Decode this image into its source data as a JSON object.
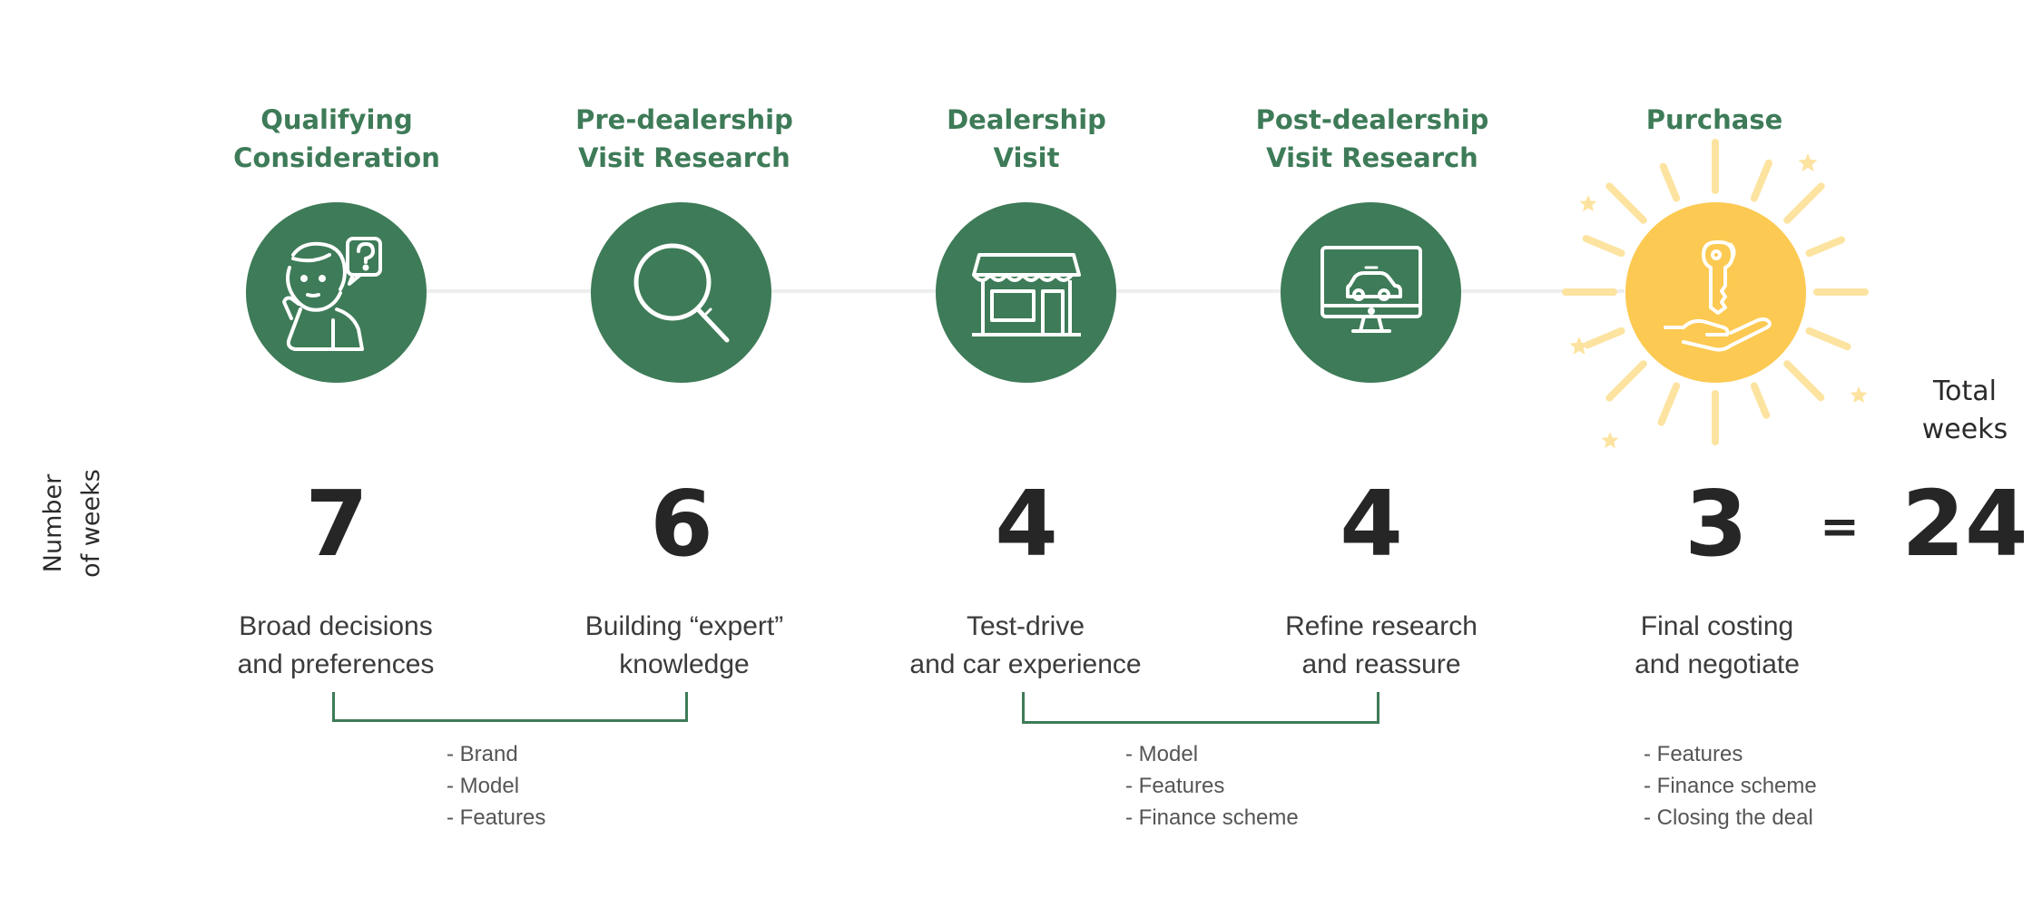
{
  "colors": {
    "green": "#3e7b58",
    "gold": "#fcc952",
    "text": "#2b2b2b"
  },
  "side_label": {
    "line1": "Number",
    "line2": "of weeks"
  },
  "total": {
    "label_line1": "Total",
    "label_line2": "weeks",
    "equals": "=",
    "value": "24"
  },
  "stages": [
    {
      "title_line1": "Qualifying",
      "title_line2": "Consideration",
      "icon": "thinking-person-icon",
      "weeks": "7",
      "desc_line1": "Broad decisions",
      "desc_line2": "and preferences"
    },
    {
      "title_line1": "Pre-dealership",
      "title_line2": "Visit Research",
      "icon": "magnifying-glass-icon",
      "weeks": "6",
      "desc_line1": "Building “expert”",
      "desc_line2": "knowledge"
    },
    {
      "title_line1": "Dealership",
      "title_line2": "Visit",
      "icon": "storefront-icon",
      "weeks": "4",
      "desc_line1": "Test-drive",
      "desc_line2": "and car experience"
    },
    {
      "title_line1": "Post-dealership",
      "title_line2": "Visit Research",
      "icon": "monitor-car-icon",
      "weeks": "4",
      "desc_line1": "Refine research",
      "desc_line2": "and reassure"
    },
    {
      "title_line1": "Purchase",
      "title_line2": "",
      "icon": "key-in-hand-icon",
      "weeks": "3",
      "desc_line1": "Final costing",
      "desc_line2": "and negotiate"
    }
  ],
  "groups": [
    {
      "items": [
        "- Brand",
        "- Model",
        "- Features"
      ]
    },
    {
      "items": [
        "- Model",
        "- Features",
        "- Finance scheme"
      ]
    },
    {
      "items": [
        "- Features",
        "- Finance scheme",
        "- Closing the deal"
      ]
    }
  ]
}
